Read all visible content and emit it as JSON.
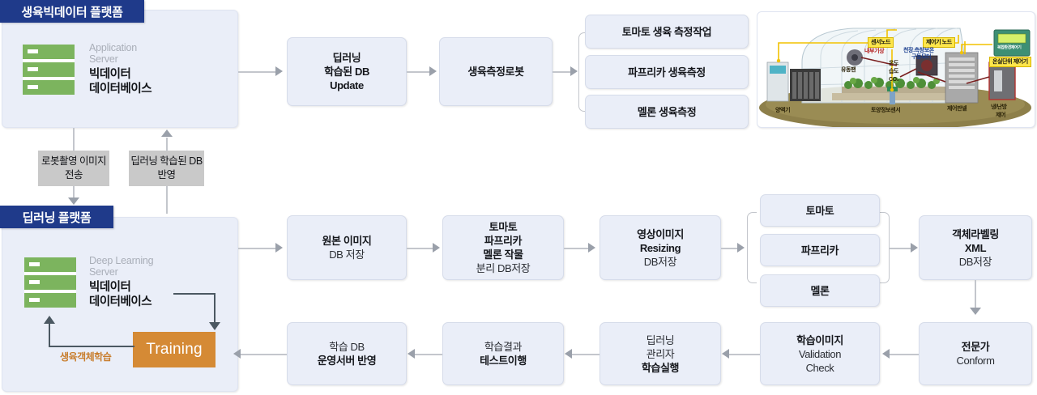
{
  "diagram": {
    "title": "Growth Big Data Platform / Deep Learning Platform flow diagram",
    "accent_navy": "#1f3a8a",
    "accent_orange": "#d58a35",
    "node_fill": "#eaeef8",
    "label_fill": "#c9c9c9",
    "server_green": "#7cb45e"
  },
  "platforms": {
    "growth": {
      "banner": "생육빅데이터 플랫폼",
      "server_sub_line1": "Application",
      "server_sub_line2": "Server",
      "server_main_line1": "빅데이터",
      "server_main_line2": "데이터베이스",
      "icon": "server-rack-icon"
    },
    "deep": {
      "banner": "딥러닝 플랫폼",
      "server_sub_line1": "Deep Learning",
      "server_sub_line2": "Server",
      "server_main_line1": "빅데이터",
      "server_main_line2": "데이터베이스",
      "icon": "server-rack-icon",
      "training_label": "Training",
      "training_caption": "생육객체학습"
    }
  },
  "connector_labels": [
    {
      "line1": "로봇촬영",
      "line2": "이미지전송"
    },
    {
      "line1": "딥러닝 학습된",
      "line2": "DB반영"
    }
  ],
  "top_flow": {
    "db_update": {
      "line1": "딥러닝",
      "line2": "학습된 DB",
      "line3": "Update"
    },
    "robot": {
      "line1": "생육측정로봇"
    },
    "measure_tasks": [
      {
        "label": "토마토 생육 측정작업"
      },
      {
        "label": "파프리카 생육측정"
      },
      {
        "label": "멜론 생육측정"
      }
    ]
  },
  "bottom_flow": {
    "original_image": {
      "line1": "원본 이미지",
      "line2": "DB 저장"
    },
    "crop_split": {
      "line1": "토마토",
      "line2": "파프리카",
      "line3": "멜론 작물",
      "line4": "분리 DB저장"
    },
    "resizing": {
      "line1": "영상이미지",
      "line2": "Resizing",
      "line3": "DB저장"
    },
    "crops": [
      {
        "label": "토마토"
      },
      {
        "label": "파프리카"
      },
      {
        "label": "멜론"
      }
    ],
    "labeling": {
      "line1": "객체라벨링",
      "line2": "XML",
      "line3": "DB저장"
    },
    "conform": {
      "line1": "전문가",
      "line2": "Conform"
    },
    "validation": {
      "line1": "학습이미지",
      "line2": "Validation",
      "line3": "Check"
    },
    "train_exec": {
      "line1": "딥러닝",
      "line2": "관리자",
      "line3": "학습실행"
    },
    "test_run": {
      "line1": "학습결과",
      "line2": "테스트이행"
    },
    "deploy": {
      "line1": "학습 DB",
      "line2": "운영서버 반영"
    }
  },
  "greenhouse_image": {
    "caption": "greenhouse smart-farm illustration",
    "tags": {
      "sensor_node": "센서노드",
      "controller_node": "제어기 노드",
      "greenhouse_controller": "온실단위 제어기",
      "controller_device_text": "복합환경제어기"
    },
    "texts": {
      "internal_weather": "내부기상",
      "temp": "온도",
      "humidity": "습도",
      "co2": "CO₂",
      "ceiling_motor_l1": "천장.측창보온",
      "ceiling_motor_l2": "구동모터",
      "circulation_fan": "유동팬",
      "nutrient_machine": "양액기",
      "soil_sensor": "토양정보센서",
      "control_panel": "제어판넬",
      "hvac_l1": "냉/난방",
      "hvac_l2": "제어"
    }
  }
}
